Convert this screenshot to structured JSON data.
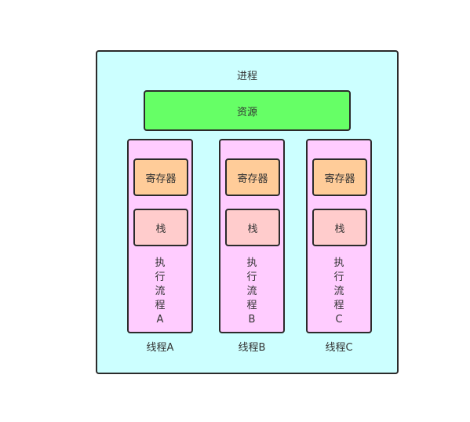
{
  "process": {
    "title": "进程",
    "fill": "#ccffff"
  },
  "resource": {
    "label": "资源",
    "fill": "#66ff66"
  },
  "colors": {
    "thread_fill": "#ffccff",
    "register_fill": "#ffcc99",
    "stack_fill": "#ffcccc",
    "border": "#2b2b2b"
  },
  "threads": [
    {
      "name": "线程A",
      "register": "寄存器",
      "stack": "栈",
      "flow": "执\n行\n流\n程\nA"
    },
    {
      "name": "线程B",
      "register": "寄存器",
      "stack": "栈",
      "flow": "执\n行\n流\n程\nB"
    },
    {
      "name": "线程C",
      "register": "寄存器",
      "stack": "栈",
      "flow": "执\n行\n流\n程\nC"
    }
  ]
}
